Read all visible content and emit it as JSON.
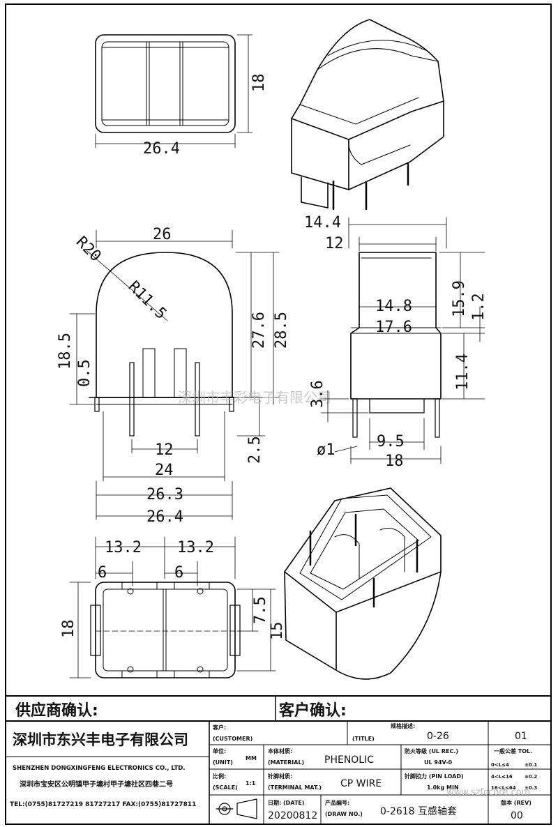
{
  "drawing": {
    "watermark": "深圳市丰彩电子有限公司",
    "top_view": {
      "width": "26.4",
      "height": "18"
    },
    "front_view": {
      "top_width": "26",
      "radius_outer": "R20",
      "radius_inner": "R11.5",
      "height_body": "27.6",
      "height_total": "28.5",
      "left_height": "18.5",
      "left_small": "0.5",
      "pin_pitch": "12",
      "width_24": "24",
      "width_26_3": "26.3",
      "width_26_4": "26.4",
      "pin_len": "2.5"
    },
    "side_view": {
      "w14_4": "14.4",
      "w12": "12",
      "w14_8": "14.8",
      "w17_6": "17.6",
      "h15_9": "15.9",
      "h1_2": "1.2",
      "h11_4": "11.4",
      "h3_6": "3.6",
      "pin_dia": "ø1",
      "w9_5": "9.5",
      "w18": "18"
    },
    "bottom_view": {
      "half_left": "13.2",
      "half_right": "13.2",
      "six_left": "6",
      "six_right": "6",
      "height": "18",
      "h7_5": "7.5",
      "h15": "15"
    }
  },
  "title_block": {
    "supplier_confirm": "供应商确认:",
    "customer_confirm": "客户确认:",
    "company_cn": "深圳市东兴丰电子有限公司",
    "company_en": "SHENZHEN DONGXINGFENG ELECTRONICS CO., LTD.",
    "address": "深圳市宝安区公明镇甲子塘村甲子塘社区四巷二号",
    "tel_fax": "TEL:(0755)81727219  81727217   FAX:(0755)81727811",
    "customer_label": "客户:",
    "customer_label_en": "(CUSTOMER)",
    "spec_label": "规格描述:",
    "title_label_en": "(TITLE)",
    "title_value": "0-26",
    "sheet_no": "01",
    "unit_label": "单位:",
    "unit_label_en": "(UNIT)",
    "unit_value": "MM",
    "material_label": "本体材质:",
    "material_label_en": "(MATERIAL)",
    "material_value": "PHENOLIC",
    "ul_label": "防火等级 (UL REC.)",
    "ul_value": "UL 94V-0",
    "tol_label": "一般公差 TOL.",
    "tol_rows": [
      {
        "range": "0<L≤4",
        "tol": "±0.1"
      },
      {
        "range": "4<L≤16",
        "tol": "±0.2"
      },
      {
        "range": "16<L≤64",
        "tol": "±0.3"
      }
    ],
    "scale_label": "比例:",
    "scale_label_en": "(SCALE)",
    "scale_value": "1:1",
    "terminal_label": "针脚材质:",
    "terminal_label_en": "(TERMINAL MAT.)",
    "terminal_value": "CP WIRE",
    "pin_load_label": "针脚拉力 (PIN LOAD)",
    "pin_load_value": "1.0kg MIN",
    "date_label": "日期: (DATE)",
    "date_value": "20200812",
    "drawing_no_label": "产品编号:",
    "drawing_no_label_en": "(DRAW NO.)",
    "drawing_no_value": "0-2618 互感轴套",
    "rev_label": "版本 (REV)",
    "rev_value": "00",
    "watermark2": "www.szfccore.com"
  }
}
